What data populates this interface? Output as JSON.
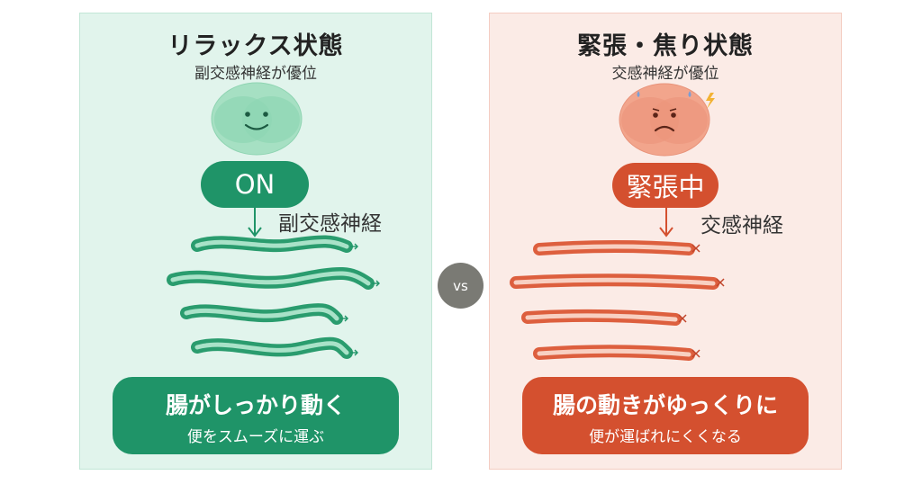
{
  "relax": {
    "title": "リラックス状態",
    "subtitle": "副交感神経が優位",
    "status": "ON",
    "nerve": "副交感神経",
    "result_main": "腸がしっかり動く",
    "result_sub": "便をスムーズに運ぶ",
    "color": "#1f9468"
  },
  "tense": {
    "title": "緊張・焦り状態",
    "subtitle": "交感神経が優位",
    "status": "緊張中",
    "nerve": "交感神経",
    "result_main": "腸の動きがゆっくりに",
    "result_sub": "便が運ばれにくくなる",
    "color": "#d4502f"
  },
  "vs_label": "vs",
  "icons": {
    "relax_face": "smiling-brain-icon",
    "tense_face": "worried-brain-icon",
    "intestine": "intestine-icon"
  }
}
